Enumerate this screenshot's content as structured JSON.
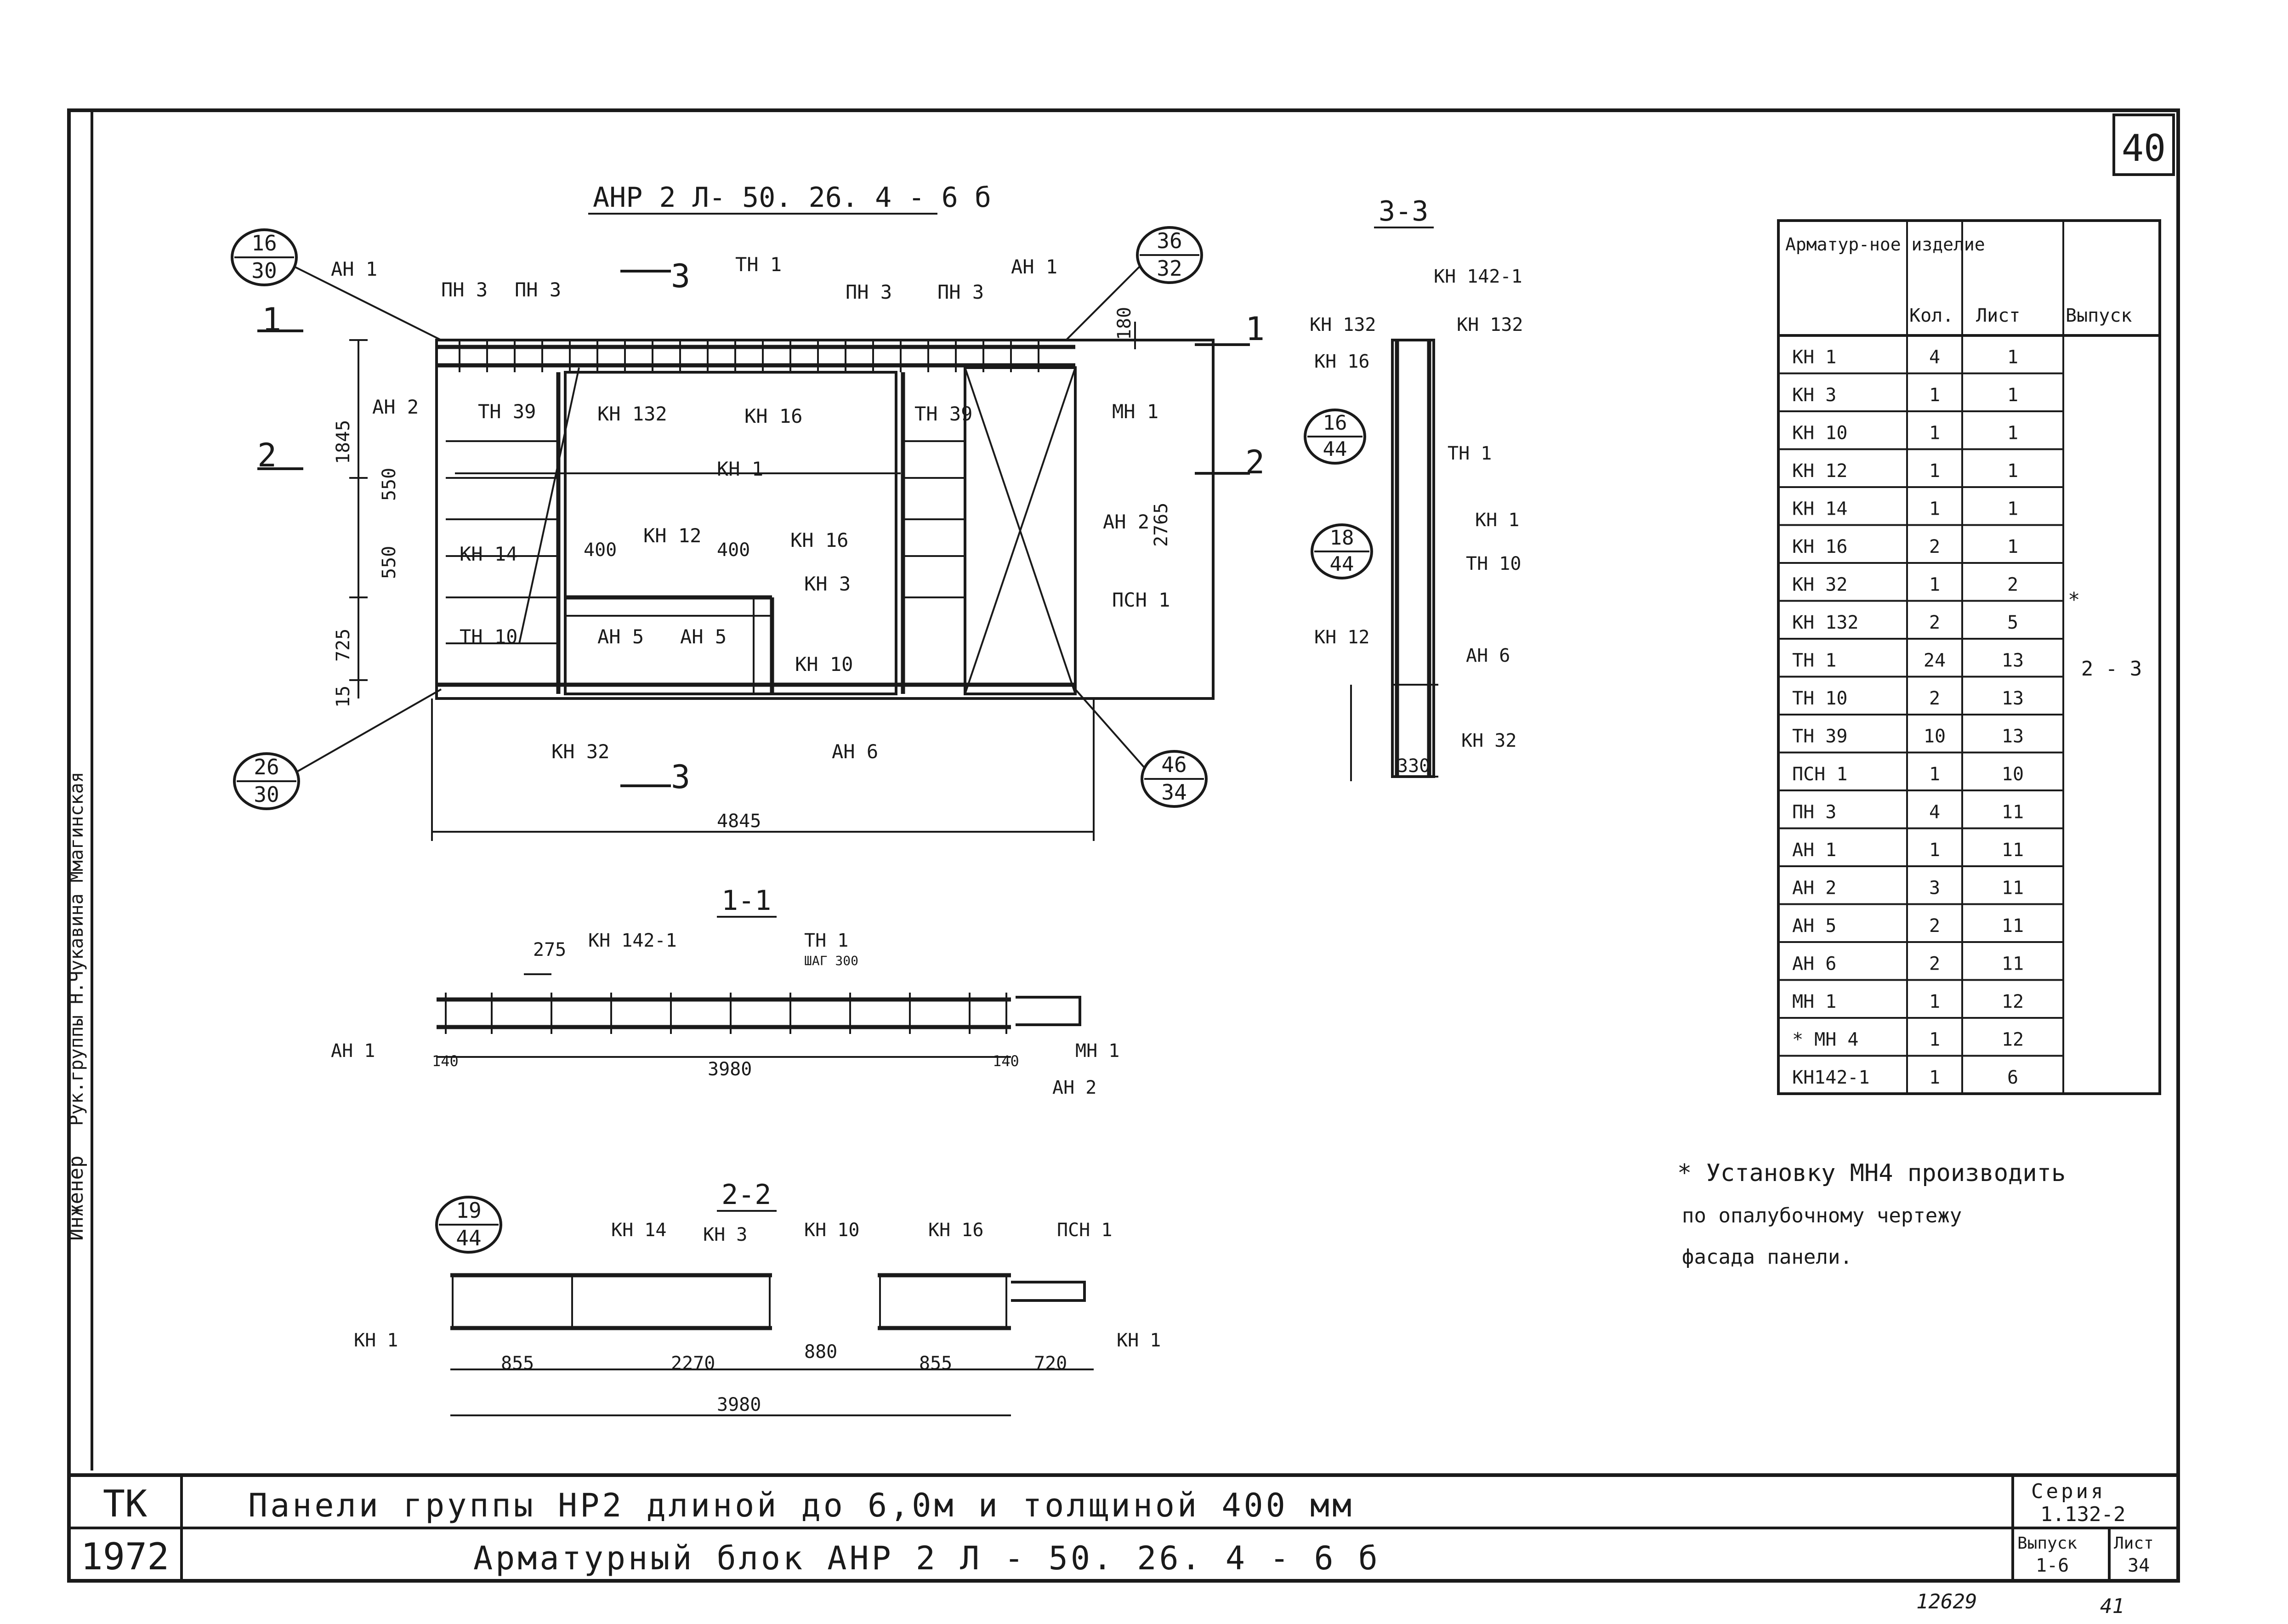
{
  "sheet_number": "40",
  "main_view": {
    "title": "АНР 2 Л- 50. 26. 4 - 6 б",
    "callouts": [
      {
        "top": "16",
        "bottom": "30"
      },
      {
        "top": "36",
        "bottom": "32"
      },
      {
        "top": "26",
        "bottom": "30"
      },
      {
        "top": "46",
        "bottom": "34"
      }
    ],
    "labels": [
      "АН 1",
      "ПН 3",
      "ПН 3",
      "ТН 1",
      "ПН 3",
      "ПН 3",
      "АН 1",
      "КН 132",
      "КН 16",
      "МН 1",
      "АН 2",
      "ТН 39",
      "ТН 39",
      "КН 1",
      "КН 14",
      "КН 12",
      "КН 16",
      "АН 2",
      "КН 3",
      "ПСН 1",
      "ТН 10",
      "АН 5",
      "АН 5",
      "КН 10",
      "КН 32",
      "АН 6"
    ],
    "dims": [
      "180",
      "1845",
      "550",
      "550",
      "725",
      "15",
      "400",
      "400",
      "2765",
      "4845"
    ],
    "section_marks": [
      "1",
      "1",
      "2",
      "2",
      "3",
      "3"
    ]
  },
  "section_33": {
    "title": "3-3",
    "callouts": [
      {
        "top": "16",
        "bottom": "44"
      },
      {
        "top": "18",
        "bottom": "44"
      }
    ],
    "labels": [
      "КН 142-1",
      "КН 132",
      "КН 132",
      "КН 16",
      "ТН 1",
      "КН 1",
      "ТН 10",
      "КН 12",
      "АН 6",
      "КН 32"
    ],
    "dims": [
      "330"
    ]
  },
  "section_11": {
    "title": "1-1",
    "labels": [
      "КН 142-1",
      "ТН 1",
      "ШАГ 300",
      "АН 1",
      "МН 1",
      "АН 2"
    ],
    "dims": [
      "275",
      "3980",
      "140",
      "140"
    ]
  },
  "section_22": {
    "title": "2-2",
    "callout": {
      "top": "19",
      "bottom": "44"
    },
    "labels": [
      "КН 14",
      "КН 3",
      "КН 10",
      "КН 16",
      "ПСН 1",
      "КН 1",
      "КН 1"
    ],
    "dims": [
      "855",
      "2270",
      "880",
      "855",
      "720",
      "3980"
    ]
  },
  "spec_table": {
    "headers": [
      "Арматур-ное изделие",
      "Кол.",
      "Лист",
      "Выпуск"
    ],
    "rows": [
      [
        "КН 1",
        "4",
        "1"
      ],
      [
        "КН 3",
        "1",
        "1"
      ],
      [
        "КН 10",
        "1",
        "1"
      ],
      [
        "КН 12",
        "1",
        "1"
      ],
      [
        "КН 14",
        "1",
        "1"
      ],
      [
        "КН 16",
        "2",
        "1"
      ],
      [
        "КН 32",
        "1",
        "2"
      ],
      [
        "КН 132",
        "2",
        "5"
      ],
      [
        "ТН 1",
        "24",
        "13"
      ],
      [
        "ТН 10",
        "2",
        "13"
      ],
      [
        "ТН 39",
        "10",
        "13"
      ],
      [
        "ПСН 1",
        "1",
        "10"
      ],
      [
        "ПН 3",
        "4",
        "11"
      ],
      [
        "АН 1",
        "1",
        "11"
      ],
      [
        "АН 2",
        "3",
        "11"
      ],
      [
        "АН 5",
        "2",
        "11"
      ],
      [
        "АН 6",
        "2",
        "11"
      ],
      [
        "МН 1",
        "1",
        "12"
      ],
      [
        "* МН 4",
        "1",
        "12"
      ],
      [
        "КН142-1",
        "1",
        "6"
      ]
    ],
    "issue_value": "2 - 3",
    "asterisk": "*"
  },
  "note": {
    "line1": "* Установку МН4 производить",
    "line2": "по опалубочному чертежу",
    "line3": "фасада панели."
  },
  "side_stamp": {
    "role": "Инженер",
    "text": "Рук.группы Н.Чукавина   Ммагинская"
  },
  "title_block": {
    "org": "ТК",
    "year": "1972",
    "line1": "Панели   группы   НР2   длиной   до  6,0м  и  толщиной   400 мм",
    "line2": "Арматурный   блок   АНР 2 Л - 50. 26. 4 - 6 б",
    "series_label": "Серия",
    "series_value": "1.132-2",
    "issue_label": "Выпуск",
    "issue_value": "1-6",
    "sheet_label": "Лист",
    "sheet_value": "34"
  },
  "footer": {
    "inv_number": "12629",
    "page": "41"
  }
}
